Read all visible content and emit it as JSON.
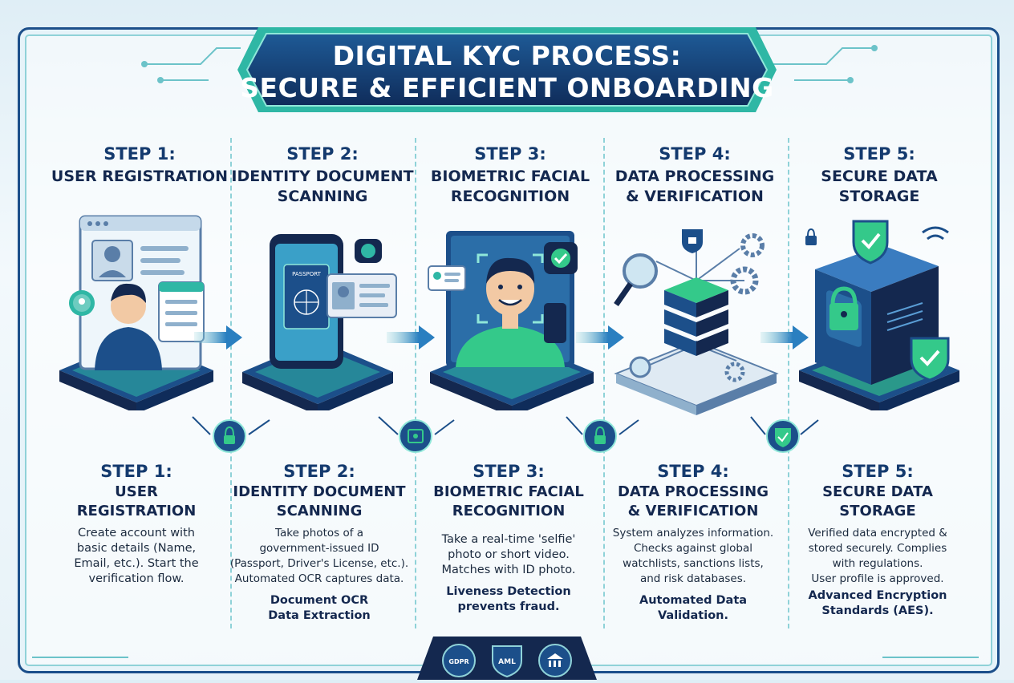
{
  "title": {
    "line1": "DIGITAL KYC PROCESS:",
    "line2": "SECURE & EFFICIENT ONBOARDING"
  },
  "steps": [
    {
      "step": "STEP 1:",
      "name_line1": "USER REGISTRATION",
      "name_line2": "",
      "lower_name_line1": "USER",
      "lower_name_line2": "REGISTRATION",
      "desc": [
        "Create account with",
        "basic details (Name,",
        "Email, etc.). Start the",
        "verification flow."
      ],
      "note": []
    },
    {
      "step": "STEP 2:",
      "name_line1": "IDENTITY DOCUMENT",
      "name_line2": "SCANNING",
      "lower_name_line1": "IDENTITY DOCUMENT",
      "lower_name_line2": "SCANNING",
      "desc": [
        "Take photos of a",
        "government-issued ID",
        "(Passport, Driver's License, etc.).",
        "Automated OCR captures data."
      ],
      "note": [
        "Document OCR",
        "Data Extraction"
      ],
      "passport_label": "PASSPORT"
    },
    {
      "step": "STEP 3:",
      "name_line1": "BIOMETRIC FACIAL",
      "name_line2": "RECOGNITION",
      "lower_name_line1": "BIOMETRIC FACIAL",
      "lower_name_line2": "RECOGNITION",
      "desc": [
        "Take a real-time 'selfie'",
        "photo or short video.",
        "Matches with ID photo."
      ],
      "note": [
        "Liveness Detection",
        "prevents fraud."
      ]
    },
    {
      "step": "STEP 4:",
      "name_line1": "DATA PROCESSING",
      "name_line2": "& VERIFICATION",
      "lower_name_line1": "DATA PROCESSING",
      "lower_name_line2": "& VERIFICATION",
      "desc": [
        "System analyzes information.",
        "Checks against global",
        "watchlists, sanctions lists,",
        "and risk databases."
      ],
      "note": [
        "Automated Data",
        "Validation."
      ]
    },
    {
      "step": "STEP 5:",
      "name_line1": "SECURE DATA",
      "name_line2": "STORAGE",
      "lower_name_line1": "SECURE DATA",
      "lower_name_line2": "STORAGE",
      "desc": [
        "Verified data encrypted &",
        "stored securely. Complies",
        "with regulations.",
        "User profile is approved."
      ],
      "note": [
        "Advanced Encryption",
        "Standards (AES)."
      ]
    }
  ],
  "footer_badges": [
    "GDPR",
    "AML"
  ],
  "colors": {
    "navy": "#14284f",
    "blue": "#1c4f8a",
    "teal": "#2fb7a5",
    "green": "#34c98a",
    "light": "#8fd2d8"
  }
}
